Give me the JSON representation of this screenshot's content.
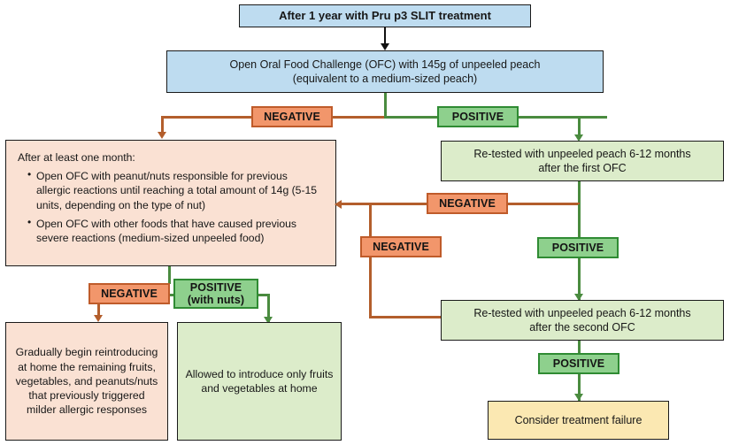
{
  "diagram": {
    "title_box": "After 1 year with Pru p3 SLIT treatment",
    "ofc_box_line1": "Open Oral Food Challenge (OFC) with 145g of unpeeled peach",
    "ofc_box_line2": "(equivalent to a medium-sized peach)",
    "labels": {
      "negative_1": "NEGATIVE",
      "positive_1": "POSITIVE",
      "negative_2": "NEGATIVE",
      "positive_2": "POSITIVE",
      "negative_3": "NEGATIVE",
      "negative_4": "NEGATIVE",
      "positive_3_line1": "POSITIVE",
      "positive_3_line2": "(with nuts)",
      "positive_4": "POSITIVE"
    },
    "after_month_box": {
      "lead": "After at least one month:",
      "bullets": [
        "Open OFC with peanut/nuts responsible for previous allergic reactions until reaching a total amount of 14g (5-15 units, depending on the type of nut)",
        "Open OFC with other foods that have caused previous severe reactions (medium-sized unpeeled food)"
      ]
    },
    "retest_first_line1": "Re-tested with unpeeled peach 6-12 months",
    "retest_first_line2": "after the first OFC",
    "retest_second_line1": "Re-tested with unpeeled peach 6-12 months",
    "retest_second_line2": "after the second OFC",
    "treatment_failure": "Consider treatment failure",
    "gradual_reintro": "Gradually begin reintroducing at home the remaining fruits, vegetables, and peanuts/nuts that previously triggered milder allergic responses",
    "allowed_intro": "Allowed to introduce only fruits and vegetables at home",
    "colors": {
      "blue_fill": "#bedcf0",
      "peach_fill": "#fae1d3",
      "green_fill": "#dcecca",
      "yellow_fill": "#fbe8b2",
      "negative_fill": "#f2966b",
      "negative_border": "#bf5b2a",
      "positive_fill": "#8ed08d",
      "positive_border": "#2f8b33",
      "green_line": "#4a8b3f",
      "orange_line": "#b35e2c",
      "box_border": "#1a1a1a"
    }
  }
}
